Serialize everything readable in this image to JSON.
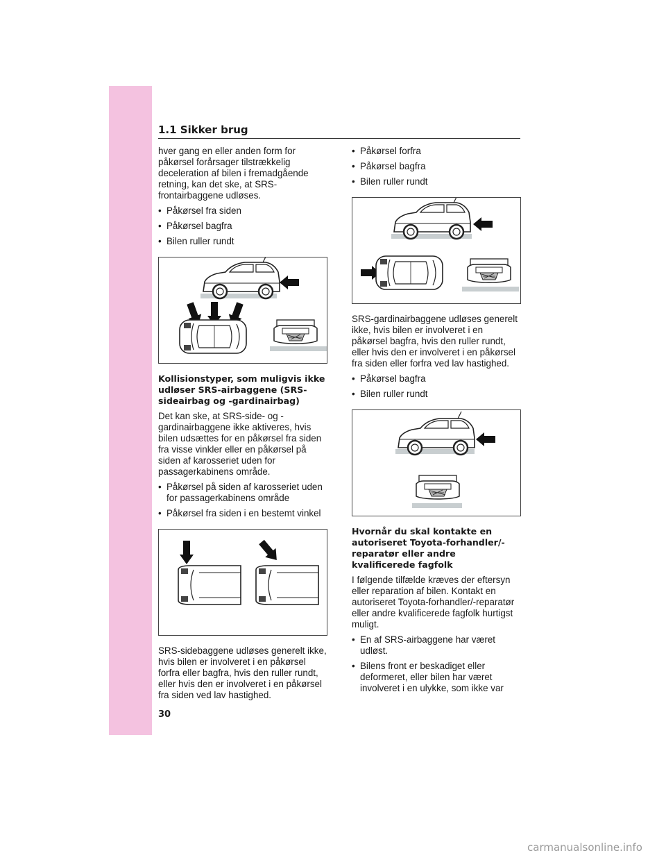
{
  "header": {
    "section_title": "1.1  Sikker brug"
  },
  "left": {
    "intro": "hver gang en eller anden form for påkørsel forårsager tilstrækkelig deceleration af bilen i fremadgående retning, kan det ske, at SRS-frontairbaggene udløses.",
    "list1": [
      "Påkørsel fra siden",
      "Påkørsel bagfra",
      "Bilen ruller rundt"
    ],
    "heading2": "Kollisionstyper, som muligvis ikke udløser SRS-airbaggene (SRS-sideairbag og -gardinairbag)",
    "para2": "Det kan ske, at SRS-side- og -gardinairbaggene ikke aktiveres, hvis bilen udsættes for en påkørsel fra siden fra visse vinkler eller en påkørsel på siden af karosseriet uden for passagerkabinens område.",
    "list2": [
      "Påkørsel på siden af karosseriet uden for passagerkabinens område",
      "Påkørsel fra siden i en bestemt vinkel"
    ],
    "para3": "SRS-sidebaggene udløses generelt ikke, hvis bilen er involveret i en påkørsel forfra eller bagfra, hvis den ruller rundt, eller hvis den er involveret i en påkørsel fra siden ved lav hastighed."
  },
  "right": {
    "list1": [
      "Påkørsel forfra",
      "Påkørsel bagfra",
      "Bilen ruller rundt"
    ],
    "para1": "SRS-gardinairbaggene udløses generelt ikke, hvis bilen er involveret i en påkørsel bagfra, hvis den ruller rundt, eller hvis den er involveret i en påkørsel fra siden eller forfra ved lav hastighed.",
    "list2": [
      "Påkørsel bagfra",
      "Bilen ruller rundt"
    ],
    "heading2": "Hvornår du skal kontakte en autoriseret Toyota-forhandler/-reparatør eller andre kvalificerede fagfolk",
    "para2": "I følgende tilfælde kræves der eftersyn eller reparation af bilen. Kontakt en autoriseret Toyota-forhandler/-reparatør eller andre kvalificerede fagfolk hurtigst muligt.",
    "list3": [
      "En af SRS-airbaggene har været udløst.",
      "Bilens front er beskadiget eller deformeret, eller bilen har været involveret i en ulykke, som ikke var"
    ]
  },
  "footer": {
    "page_number": "30",
    "watermark": "carmanualsonline.info"
  },
  "colors": {
    "tab_pink": "#f4c2e0",
    "ground_gray": "#c8ced0"
  }
}
